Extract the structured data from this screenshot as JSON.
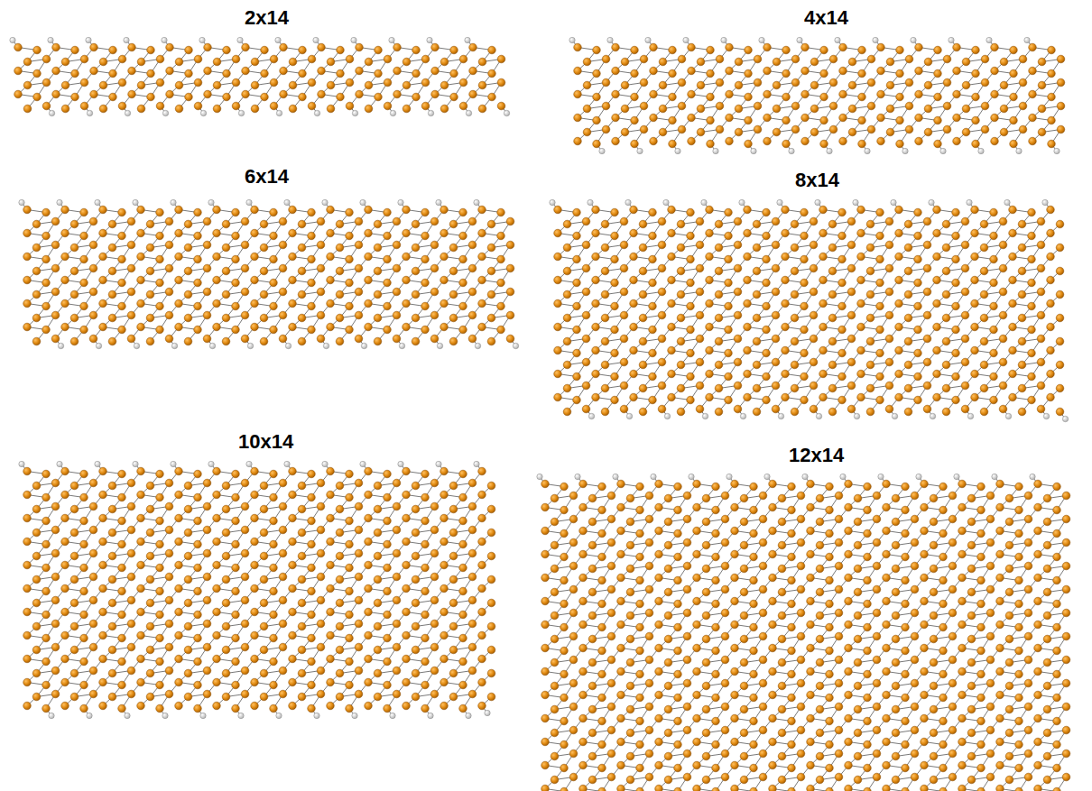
{
  "diagram": {
    "labels": [
      "2x14",
      "4x14",
      "6x14",
      "8x14",
      "10x14",
      "12x14"
    ]
  }
}
